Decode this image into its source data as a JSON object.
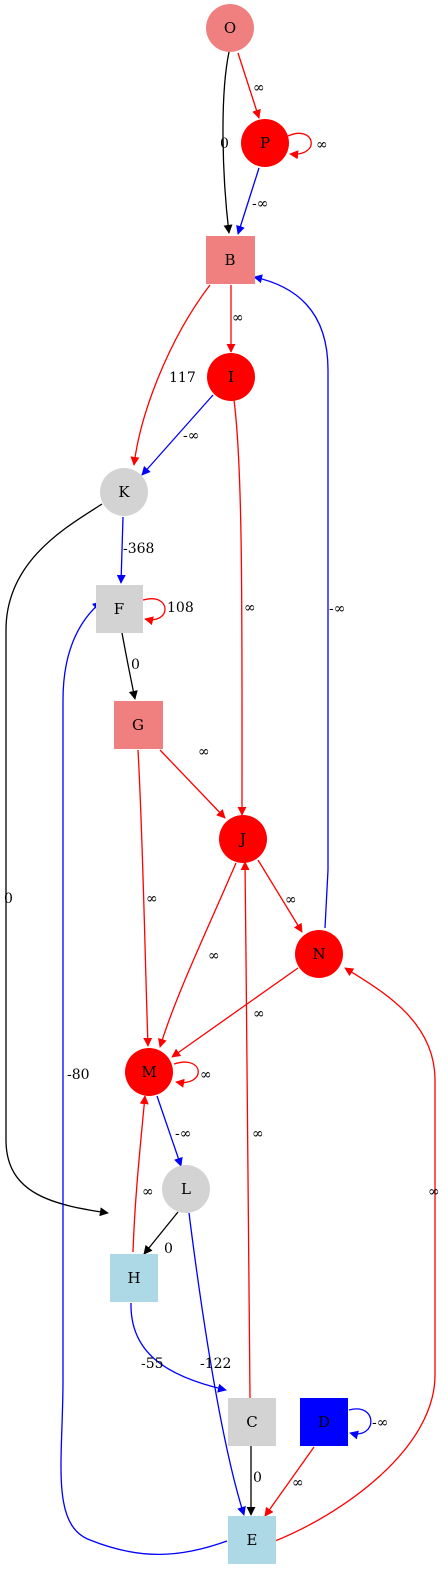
{
  "colors": {
    "black": "#000000",
    "red": "#ff0000",
    "blue": "#0000ff",
    "salmon": "#f08080",
    "gray": "#d3d3d3",
    "light_blue": "#add8e6"
  },
  "nodes": {
    "O": {
      "label": "O",
      "shape": "circle",
      "fill": "#f08080"
    },
    "P": {
      "label": "P",
      "shape": "circle",
      "fill": "#ff0000"
    },
    "B": {
      "label": "B",
      "shape": "square",
      "fill": "#f08080"
    },
    "I": {
      "label": "I",
      "shape": "circle",
      "fill": "#ff0000"
    },
    "K": {
      "label": "K",
      "shape": "circle",
      "fill": "#d3d3d3"
    },
    "F": {
      "label": "F",
      "shape": "square",
      "fill": "#d3d3d3"
    },
    "G": {
      "label": "G",
      "shape": "square",
      "fill": "#f08080"
    },
    "J": {
      "label": "J",
      "shape": "circle",
      "fill": "#ff0000"
    },
    "N": {
      "label": "N",
      "shape": "circle",
      "fill": "#ff0000"
    },
    "M": {
      "label": "M",
      "shape": "circle",
      "fill": "#ff0000"
    },
    "L": {
      "label": "L",
      "shape": "circle",
      "fill": "#d3d3d3"
    },
    "H": {
      "label": "H",
      "shape": "square",
      "fill": "#add8e6"
    },
    "C": {
      "label": "C",
      "shape": "square",
      "fill": "#d3d3d3"
    },
    "D": {
      "label": "D",
      "shape": "square",
      "fill": "#0000ff"
    },
    "E": {
      "label": "E",
      "shape": "square",
      "fill": "#add8e6"
    }
  },
  "edges": {
    "O_B": {
      "from": "O",
      "to": "B",
      "label": "0",
      "color": "black"
    },
    "O_P": {
      "from": "O",
      "to": "P",
      "label": "∞",
      "color": "red"
    },
    "P_P": {
      "from": "P",
      "to": "P",
      "label": "∞",
      "color": "red"
    },
    "P_B": {
      "from": "P",
      "to": "B",
      "label": "-∞",
      "color": "blue"
    },
    "B_I": {
      "from": "B",
      "to": "I",
      "label": "∞",
      "color": "red"
    },
    "B_K": {
      "from": "B",
      "to": "K",
      "label": "117",
      "color": "red"
    },
    "I_K": {
      "from": "I",
      "to": "K",
      "label": "-∞",
      "color": "blue"
    },
    "I_J": {
      "from": "I",
      "to": "J",
      "label": "∞",
      "color": "red"
    },
    "K_F": {
      "from": "K",
      "to": "F",
      "label": "-368",
      "color": "blue"
    },
    "K_H": {
      "from": "K",
      "to": "H",
      "label": "0",
      "color": "black"
    },
    "F_F": {
      "from": "F",
      "to": "F",
      "label": "108",
      "color": "red"
    },
    "F_G": {
      "from": "F",
      "to": "G",
      "label": "0",
      "color": "black"
    },
    "G_J": {
      "from": "G",
      "to": "J",
      "label": "∞",
      "color": "red"
    },
    "G_M": {
      "from": "G",
      "to": "M",
      "label": "∞",
      "color": "red"
    },
    "J_N": {
      "from": "J",
      "to": "N",
      "label": "∞",
      "color": "red"
    },
    "J_M": {
      "from": "J",
      "to": "M",
      "label": "∞",
      "color": "red"
    },
    "N_B": {
      "from": "N",
      "to": "B",
      "label": "-∞",
      "color": "blue"
    },
    "N_M": {
      "from": "N",
      "to": "M",
      "label": "∞",
      "color": "red"
    },
    "M_M": {
      "from": "M",
      "to": "M",
      "label": "∞",
      "color": "red"
    },
    "M_L": {
      "from": "M",
      "to": "L",
      "label": "-∞",
      "color": "blue"
    },
    "L_H": {
      "from": "L",
      "to": "H",
      "label": "0",
      "color": "black"
    },
    "L_E": {
      "from": "L",
      "to": "E",
      "label": "-122",
      "color": "blue"
    },
    "H_M": {
      "from": "H",
      "to": "M",
      "label": "∞",
      "color": "red"
    },
    "H_C": {
      "from": "H",
      "to": "C",
      "label": "-55",
      "color": "blue"
    },
    "C_J": {
      "from": "C",
      "to": "J",
      "label": "∞",
      "color": "red"
    },
    "C_E": {
      "from": "C",
      "to": "E",
      "label": "0",
      "color": "black"
    },
    "D_D": {
      "from": "D",
      "to": "D",
      "label": "-∞",
      "color": "blue"
    },
    "D_E": {
      "from": "D",
      "to": "E",
      "label": "∞",
      "color": "red"
    },
    "E_F": {
      "from": "E",
      "to": "F",
      "label": "-80",
      "color": "blue"
    },
    "E_N": {
      "from": "E",
      "to": "N",
      "label": "∞",
      "color": "red"
    }
  }
}
